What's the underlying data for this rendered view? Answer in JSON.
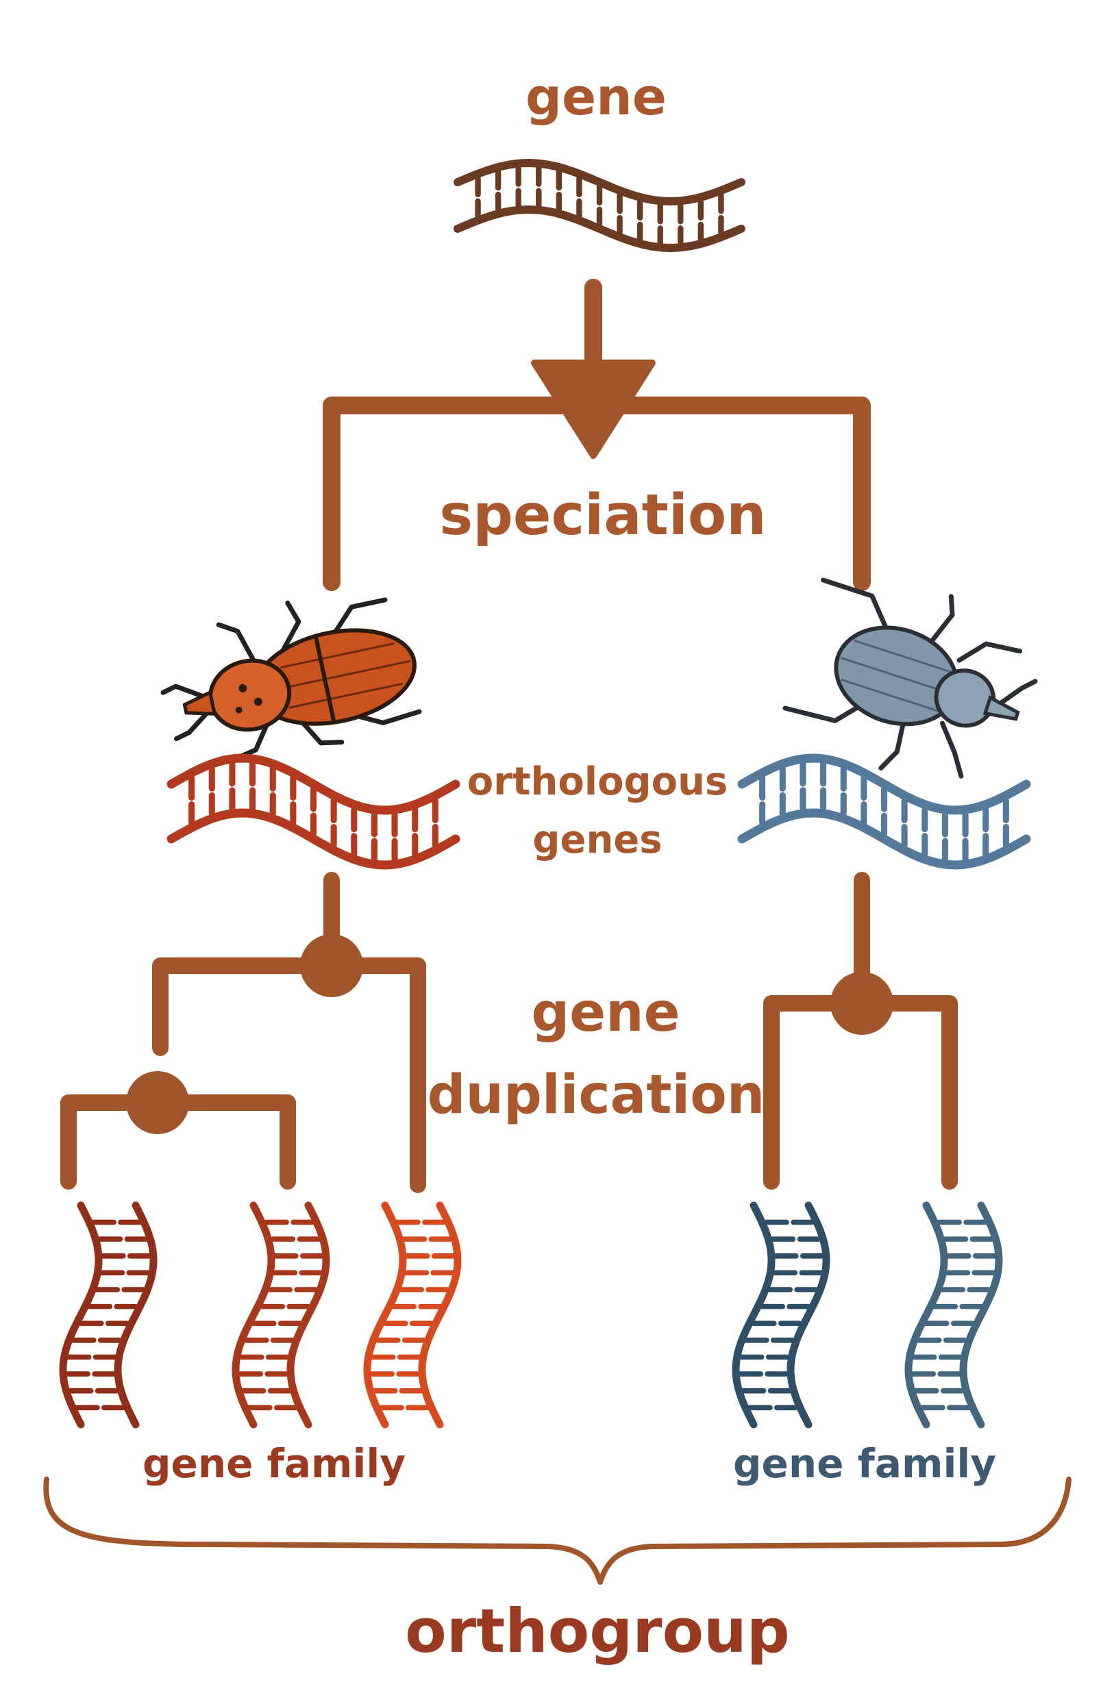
{
  "labels": {
    "gene": "gene",
    "speciation": "speciation",
    "orthologous_line1": "orthologous",
    "orthologous_line2": "genes",
    "gene_dup_line1": "gene",
    "gene_dup_line2": "duplication",
    "gene_family_left": "gene family",
    "gene_family_right": "gene family",
    "orthogroup": "orthogroup"
  },
  "colors": {
    "tree": "#a0552a",
    "label": "#a8582c",
    "gene_brown": "#6b3a22",
    "red_species": "#b33a1e",
    "red_dark": "#8f2f1a",
    "red_mid": "#a6391d",
    "red_bright": "#d54a1f",
    "blue_species": "#55799a",
    "blue_dark": "#2f4f66",
    "blue_mid": "#44677f",
    "family_left_text": "#9a3a20",
    "family_right_text": "#3d5a72",
    "orthogroup_text": "#9a3a20",
    "beetle_red_body": "#c9531f",
    "beetle_blue_body": "#7f97a8"
  },
  "icons": {
    "ancestral_gene": "dna-icon",
    "red_beetle": "red-weevil-icon",
    "blue_beetle": "blue-weevil-icon"
  }
}
